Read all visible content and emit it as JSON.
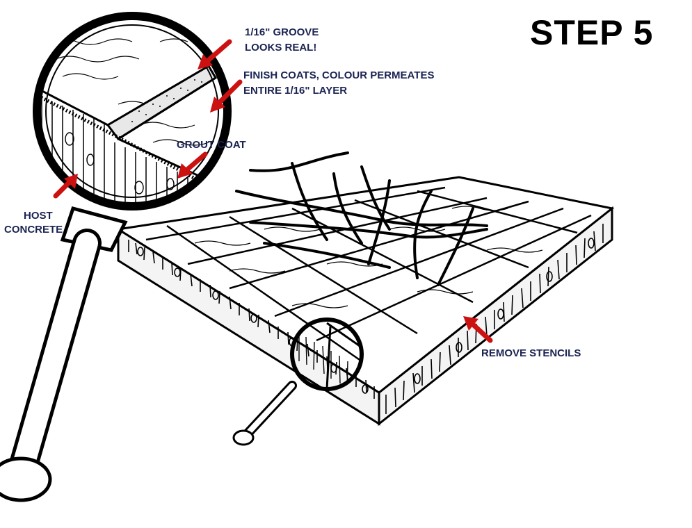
{
  "title": "STEP 5",
  "labels": {
    "groove_line1": "1/16\" GROOVE",
    "groove_line2": "LOOKS REAL!",
    "finish_line1": "FINISH COATS, COLOUR PERMEATES",
    "finish_line2": "ENTIRE 1/16\" LAYER",
    "grout": "GROUT COAT",
    "host_line1": "HOST",
    "host_line2": "CONCRETE",
    "remove": "REMOVE STENCILS"
  },
  "colors": {
    "ink": "#000000",
    "label_text": "#1a2352",
    "arrow": "#cc1111",
    "background": "#ffffff"
  }
}
